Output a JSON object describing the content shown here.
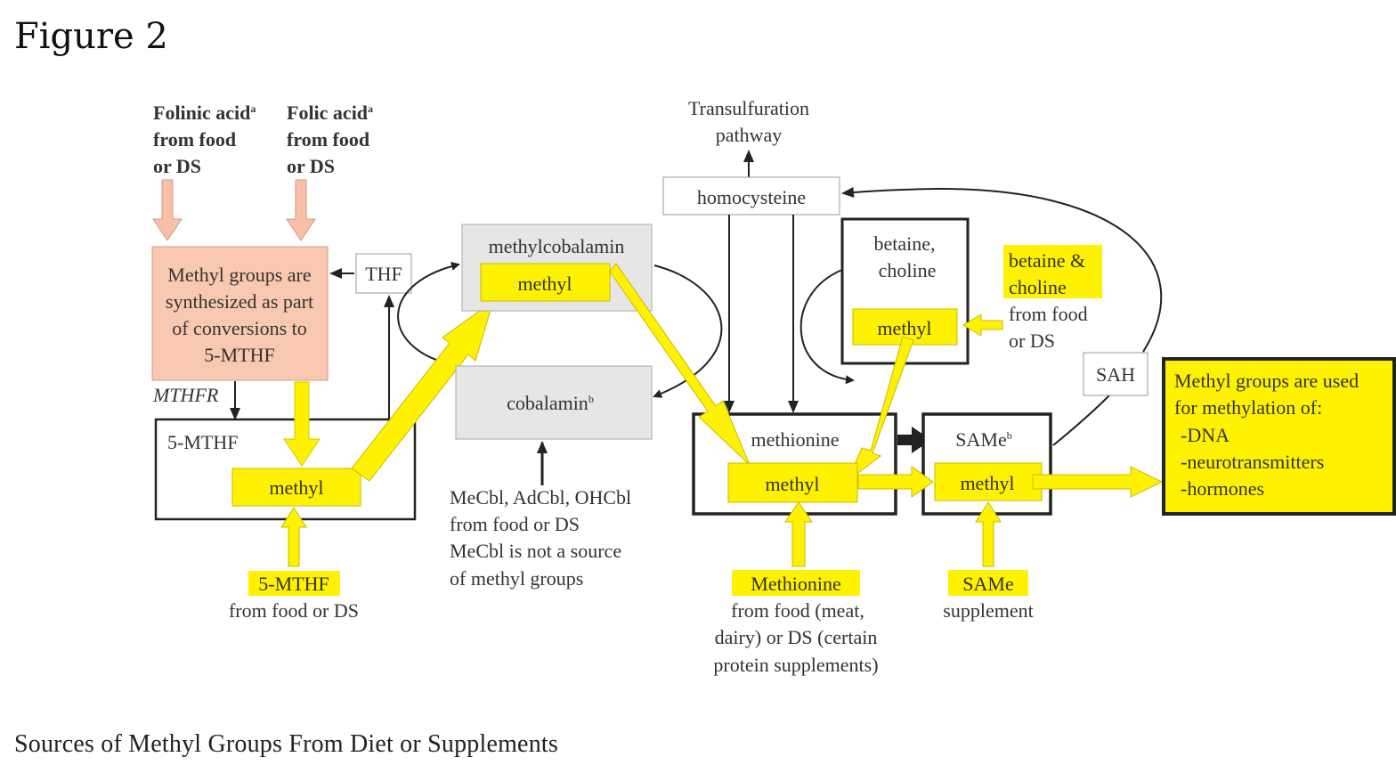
{
  "figure": {
    "title": "Figure 2",
    "caption": "Sources of Methyl Groups From Diet or Supplements"
  },
  "colors": {
    "yellow": "#fff200",
    "salmon": "#f8c8b0",
    "arrow_salmon": "#f8c0a8",
    "gray_box": "#e6e6e6",
    "line": "#222222"
  },
  "diagram": {
    "folinic": {
      "line1": "Folinic acid",
      "sup": "a",
      "line2": "from food",
      "line3": "or DS"
    },
    "folic": {
      "line1": "Folic acid",
      "sup": "a",
      "line2": "from food",
      "line3": "or DS"
    },
    "synth_box": [
      "Methyl groups are",
      "synthesized as part",
      "of conversions to",
      "5-MTHF"
    ],
    "thf": "THF",
    "mthfr": "MTHFR",
    "mthf_box": {
      "label": "5-MTHF",
      "methyl": "methyl"
    },
    "mthf_source": {
      "highlight": "5-MTHF",
      "text": "from food or DS"
    },
    "methylcobalamin": {
      "label": "methylcobalamin",
      "methyl": "methyl"
    },
    "cobalamin": {
      "label": "cobalamin",
      "sup": "b"
    },
    "cobalamin_source": [
      "MeCbl, AdCbl, OHCbl",
      "from food or DS",
      "MeCbl is not a source",
      "of methyl groups"
    ],
    "transsulfuration": [
      "Transulfuration",
      "pathway"
    ],
    "homocysteine": "homocysteine",
    "betaine_box": {
      "line1": "betaine,",
      "line2": "choline",
      "methyl": "methyl"
    },
    "betaine_source": {
      "highlight1": "betaine &",
      "highlight2": "choline",
      "line3": "from food",
      "line4": "or DS"
    },
    "methionine_box": {
      "label": "methionine",
      "methyl": "methyl"
    },
    "methionine_source": {
      "highlight": "Methionine",
      "lines": [
        "from food (meat,",
        "dairy) or DS (certain",
        "protein supplements)"
      ]
    },
    "same_box": {
      "label": "SAMe",
      "sup": "b",
      "methyl": "methyl"
    },
    "same_source": {
      "highlight": "SAMe",
      "text": "supplement"
    },
    "sah": "SAH",
    "uses_box": [
      "Methyl groups are used",
      "for methylation of:",
      "-DNA",
      "-neurotransmitters",
      "-hormones"
    ]
  }
}
